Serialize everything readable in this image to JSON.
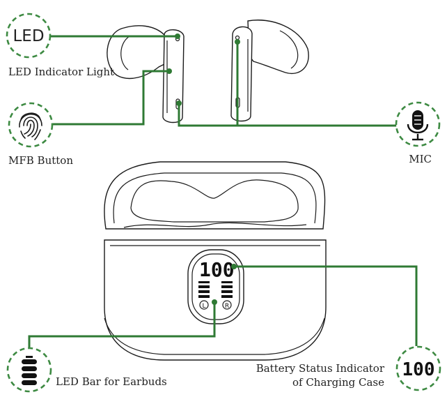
{
  "labels": {
    "led_icon": "LED",
    "led": "LED Indicator Light",
    "mfb": "MFB Button",
    "mic": "MIC",
    "led_bar": "LED Bar for Earbuds",
    "battery_line1": "Battery Status Indicator",
    "battery_line2": "of Charging Case"
  },
  "display": {
    "percentage": "100",
    "left_mark": "L",
    "right_mark": "R"
  },
  "icon_display": "100",
  "colors": {
    "callout_line": "#2f7a34",
    "ring": "#3d8a42",
    "outline": "#1a1a1a"
  }
}
